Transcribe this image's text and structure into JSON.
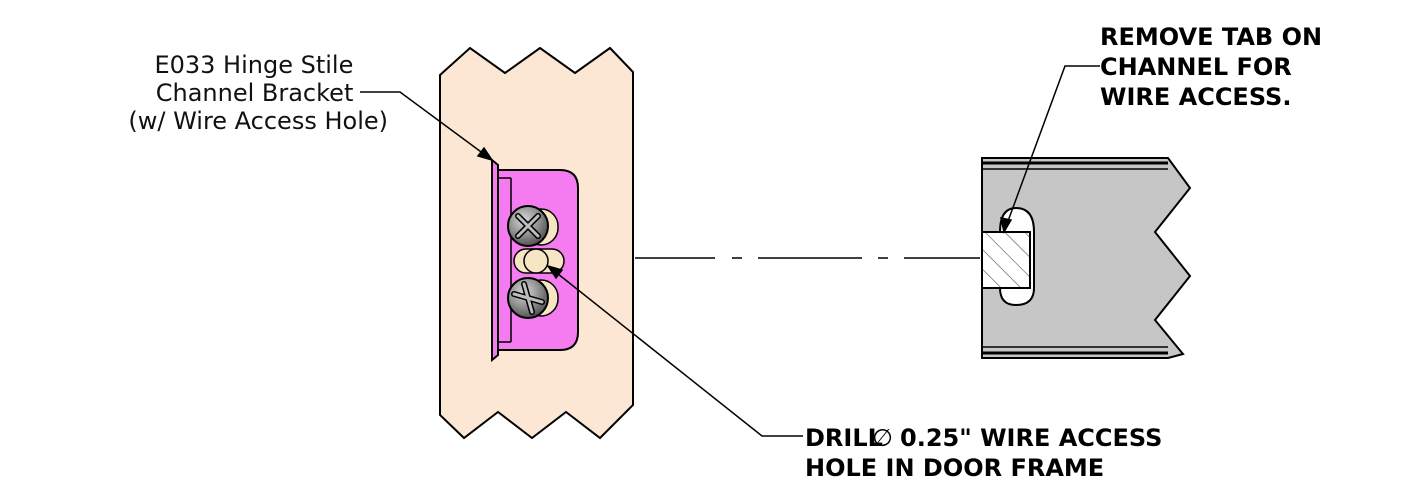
{
  "callouts": {
    "bracket_label": {
      "line1": "E033 Hinge Stile",
      "line2": "Channel Bracket",
      "line3": "(w/ Wire Access Hole)"
    },
    "remove_tab_note": {
      "line1": "REMOVE TAB ON",
      "line2": "CHANNEL FOR",
      "line3": "WIRE ACCESS."
    },
    "drill_note": {
      "prefix": "DRILL",
      "symbol": "∅",
      "line1_rest": "0.25\" WIRE ACCESS",
      "line2": "HOLE IN DOOR FRAME"
    }
  },
  "colors": {
    "door_frame": "#fbe7d3",
    "bracket": "#f47cf0",
    "channel": "#c6c6c6",
    "screw": "#9a9a9a",
    "slot": "#f6e6c4",
    "outline": "#000000"
  },
  "icons": {
    "screw_top": "phillips-screw-icon",
    "screw_bottom": "phillips-screw-icon",
    "hatch": "section-hatch-icon"
  }
}
